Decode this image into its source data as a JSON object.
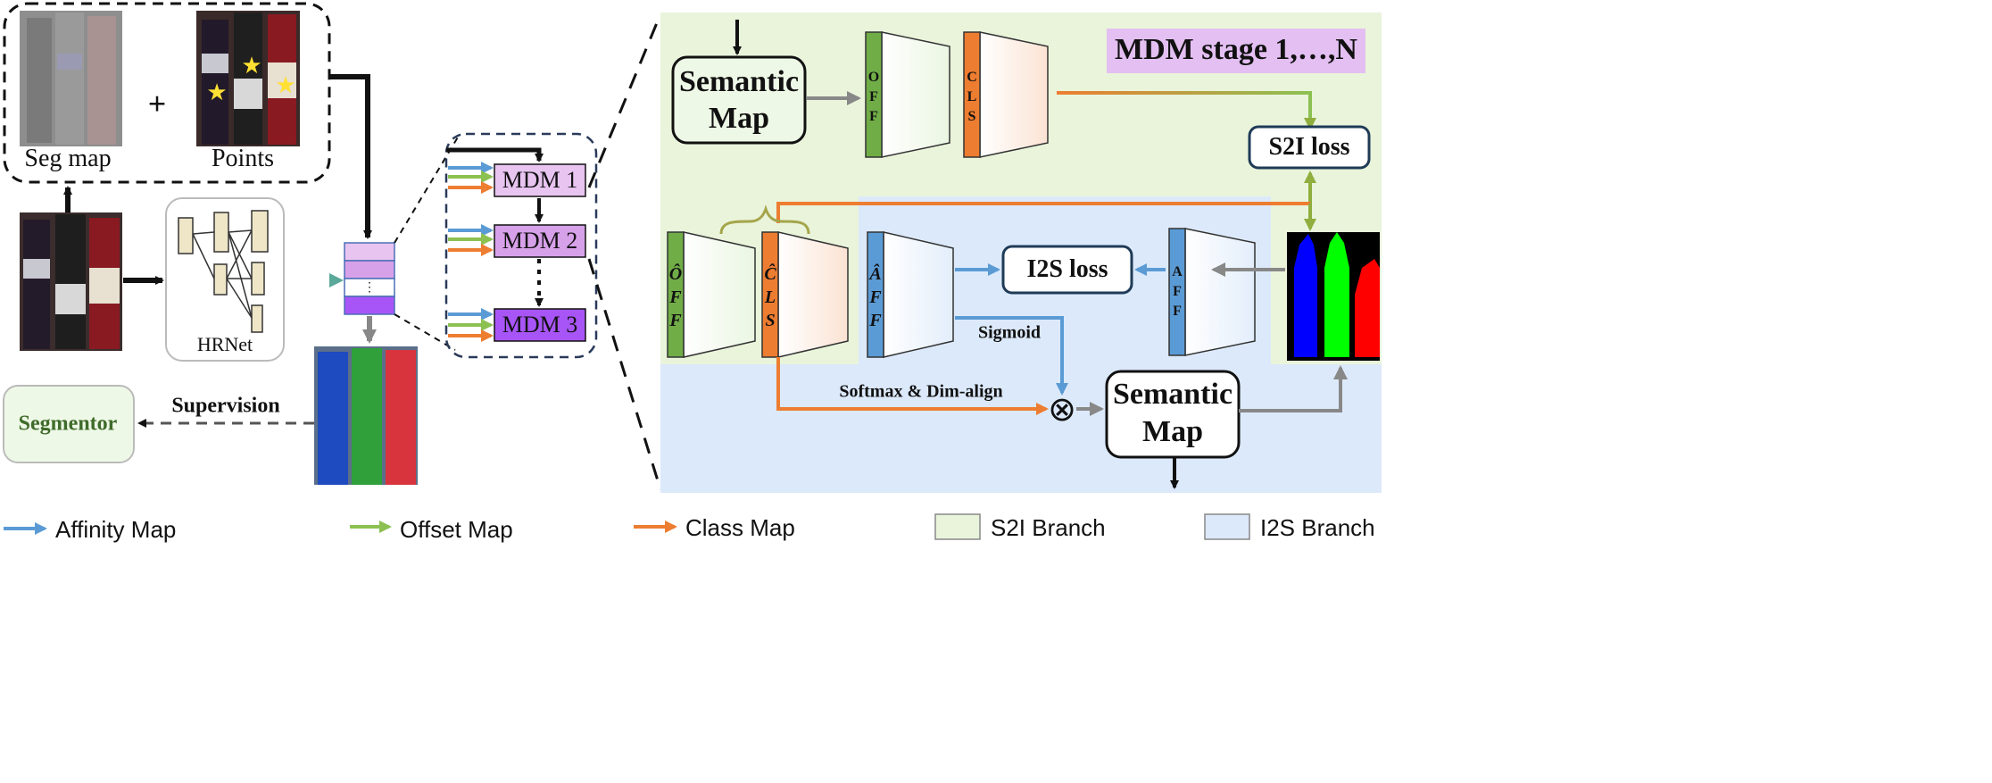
{
  "left": {
    "seg_label": "Seg map",
    "plus": "+",
    "points_label": "Points",
    "hrnet_label": "HRNet",
    "segmentor_label": "Segmentor",
    "supervision_label": "Supervision"
  },
  "mdm": {
    "items": [
      "MDM 1",
      "MDM 2",
      "MDM 3"
    ]
  },
  "detail": {
    "stage_title": "MDM stage 1,…,N",
    "semantic_map_top": [
      "Semantic",
      "Map"
    ],
    "semantic_map_bottom": [
      "Semantic",
      "Map"
    ],
    "off_letters": [
      "O",
      "F",
      "F"
    ],
    "cls_letters": [
      "C",
      "L",
      "S"
    ],
    "off_hat": [
      "Ô",
      "F",
      "F"
    ],
    "cls_hat": [
      "Ĉ",
      "L",
      "S"
    ],
    "aff_hat": [
      "Â",
      "F",
      "F"
    ],
    "aff_letters": [
      "A",
      "F",
      "F"
    ],
    "s2i_loss": "S2I loss",
    "i2s_loss": "I2S loss",
    "sigmoid": "Sigmoid",
    "softmax": "Softmax & Dim-align",
    "otimes": "⊗"
  },
  "legend": {
    "affinity": "Affinity Map",
    "offset": "Offset Map",
    "class": "Class Map",
    "s2i_branch": "S2I Branch",
    "i2s_branch": "I2S Branch"
  },
  "colors": {
    "affinity": "#5b9bd5",
    "offset": "#8cc152",
    "class": "#ed7d31",
    "s2i_bg": "#e9f4db",
    "i2s_bg": "#dce9fa",
    "mdm1": "#e8c4f0",
    "mdm2": "#d7a1ea",
    "mdm3": "#a855f7",
    "stage_bg": "#e3bff2",
    "segmentor_text": "#3f6b2a"
  }
}
